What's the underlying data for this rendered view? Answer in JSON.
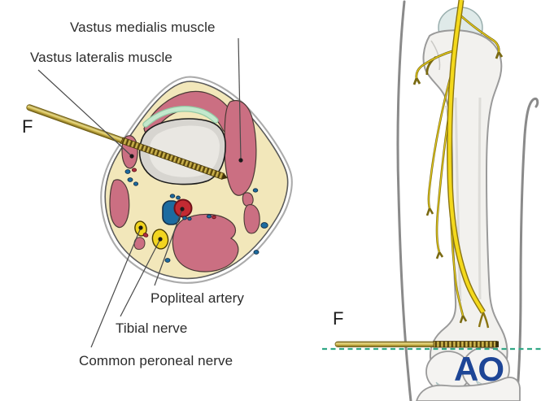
{
  "figure": {
    "cross_section_labels": {
      "vastus_medialis": "Vastus medialis muscle",
      "vastus_lateralis": "Vastus lateralis muscle",
      "popliteal_artery": "Popliteal artery",
      "tibial_nerve": "Tibial nerve",
      "common_peroneal_nerve": "Common peroneal nerve"
    },
    "pin_labels": {
      "left": "F",
      "right": "F"
    },
    "logo": {
      "text": "AO",
      "color": "#1d4596"
    },
    "colors": {
      "muscle_pink": "#cb6f82",
      "fat_cream": "#f2e7ba",
      "bone_gray": "#d7d5d0",
      "nerve_yellow": "#f2d51f",
      "artery_red": "#c22a32",
      "vein_blue": "#1c6ba0",
      "fascia_mint": "#bde5c6",
      "pin_gold": "#b1972f",
      "cut_line_teal": "#31a886",
      "silhouette_gray": "#8a8a8a"
    }
  }
}
